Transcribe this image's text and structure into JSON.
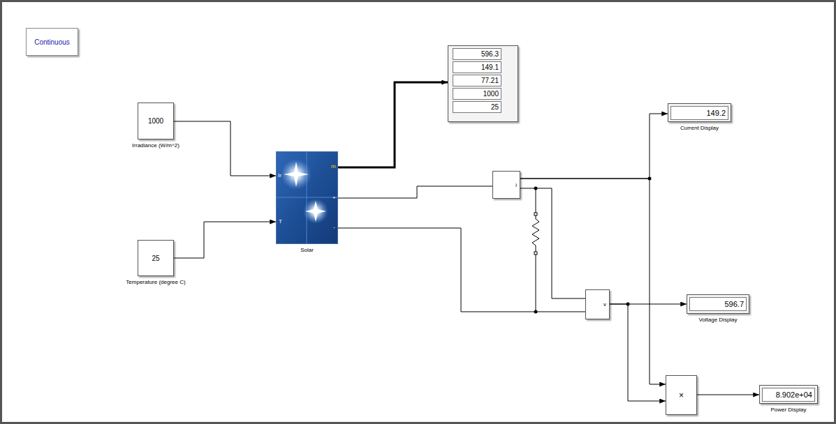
{
  "diagram": {
    "nodes": [
      {
        "text": [
          "Continuous"
        ]
      },
      {
        "text": [
          "1000",
          "Irradiance (W/m^2)"
        ]
      },
      {
        "text": [
          "25",
          "Temperature (degree C)"
        ]
      },
      {
        "text": [
          "Solar"
        ]
      },
      {
        "text": [
          "596.3",
          "149.1",
          "77.21",
          "1000",
          "25"
        ]
      },
      {
        "text": [
          "i"
        ]
      },
      {
        "text": [
          "149.2",
          "Current Display"
        ]
      },
      {
        "text": [
          "v"
        ]
      },
      {
        "text": [
          "596.7",
          "Voltage Display"
        ]
      },
      {
        "text": [
          "×"
        ]
      },
      {
        "text": [
          "8.902e+04",
          "Power Display"
        ]
      }
    ],
    "edges": [
      {
        "from": 1,
        "to": 3,
        "arrow": "to"
      },
      {
        "from": 2,
        "to": 3,
        "arrow": "to"
      },
      {
        "from": 3,
        "to": 4,
        "arrow": "to"
      },
      {
        "from": 3,
        "to": 5,
        "arrow": "none"
      },
      {
        "from": 5,
        "to": 6,
        "arrow": "to"
      },
      {
        "from": 5,
        "to": 9,
        "arrow": "to"
      },
      {
        "from": 5,
        "to": 7,
        "arrow": "none"
      },
      {
        "from": 3,
        "to": 7,
        "arrow": "none"
      },
      {
        "from": 7,
        "to": 8,
        "arrow": "to"
      },
      {
        "from": 7,
        "to": 9,
        "arrow": "to"
      },
      {
        "from": 9,
        "to": 10,
        "arrow": "to"
      }
    ],
    "labels": [
      "Ir",
      "T",
      "m",
      "+",
      "-"
    ]
  }
}
